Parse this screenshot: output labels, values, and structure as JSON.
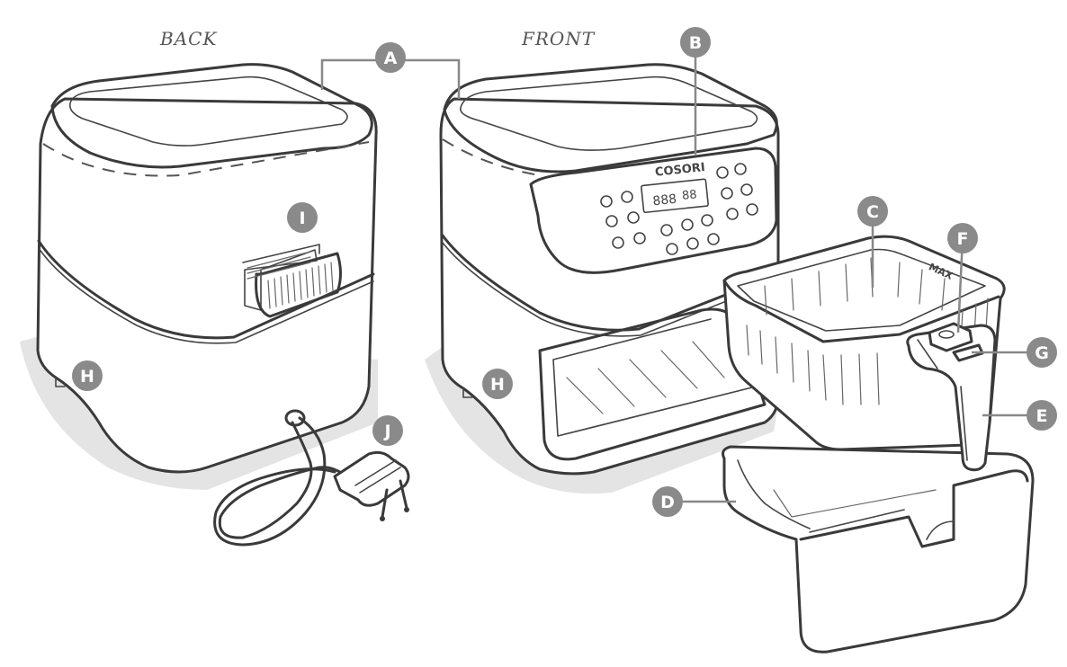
{
  "views": {
    "back_label": "BACK",
    "front_label": "FRONT"
  },
  "panel": {
    "brand": "COSORI",
    "lcd_digits_left": "888",
    "lcd_digits_right": "88",
    "max_mark": "MAX"
  },
  "callouts": {
    "A": "A",
    "B": "B",
    "C": "C",
    "D": "D",
    "E": "E",
    "F": "F",
    "G": "G",
    "H": "H",
    "I": "I",
    "J": "J"
  },
  "colors": {
    "badge": "#8a8a8a",
    "line": "#3a3a3a",
    "shadow": "#e4e4e4"
  }
}
